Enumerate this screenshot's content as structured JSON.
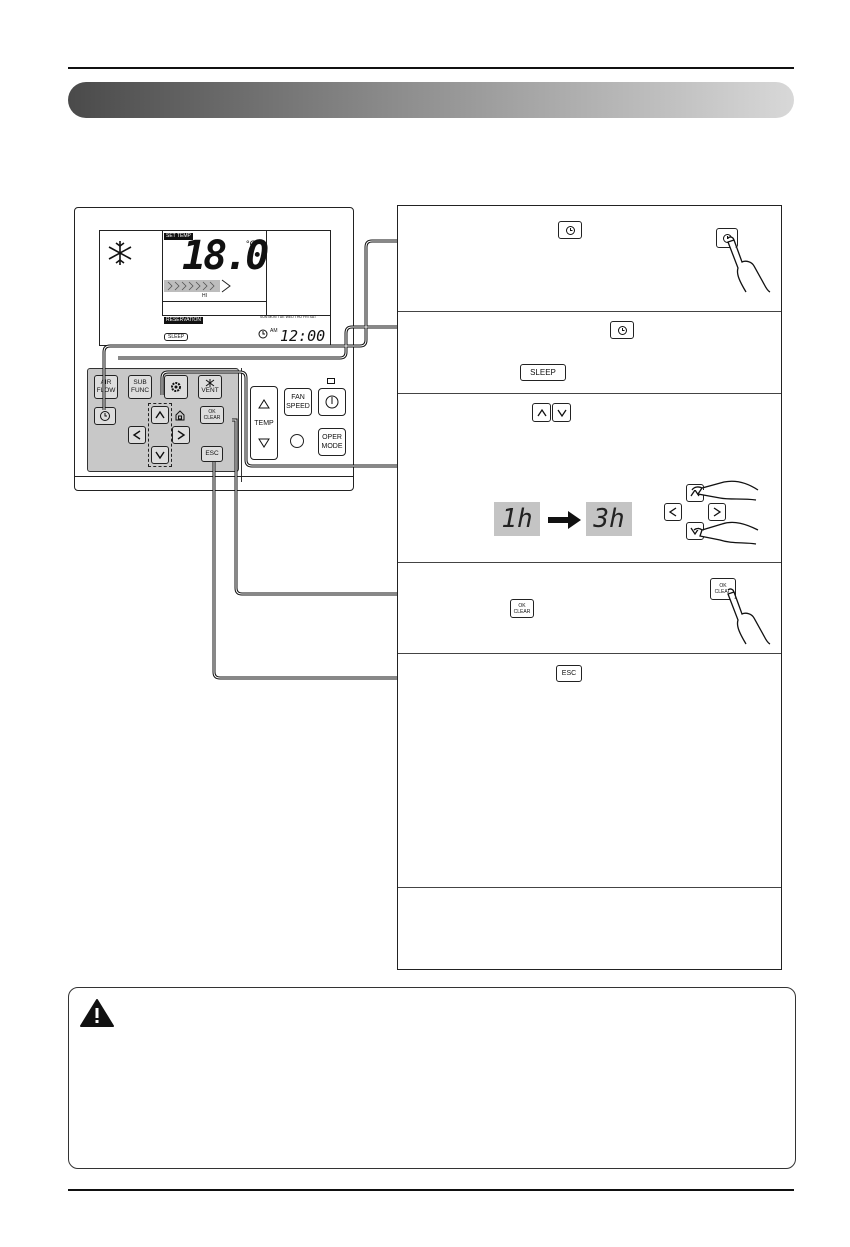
{
  "remote": {
    "lcd": {
      "set_temp_label": "SET TEMP",
      "temperature": "18.0",
      "unit": "°C",
      "fan_level": "HI",
      "reservation_label": "RESERVATION",
      "sleep_label": "SLEEP",
      "am_label": "AM",
      "clock": "12:00",
      "weekdays": [
        "SUN",
        "MON",
        "TUE",
        "WED",
        "THU",
        "FRI",
        "SAT"
      ]
    },
    "keys": {
      "air_flow": "AIR FLOW",
      "sub_func": "SUB FUNC",
      "vent": "VENT",
      "ok_clear": "OK CLEAR",
      "esc": "ESC",
      "temp": "TEMP",
      "fan_speed": "FAN SPEED",
      "oper_mode": "OPER MODE"
    }
  },
  "steps": {
    "sleep_key": "SLEEP",
    "display_from": "1h",
    "display_to": "3h",
    "ok_key": "OK CLEAR",
    "esc_key": "ESC"
  },
  "icons": [
    "snowflake-icon",
    "timer-icon",
    "warning-icon",
    "hand-pointer-icon",
    "arrow-right-icon"
  ]
}
